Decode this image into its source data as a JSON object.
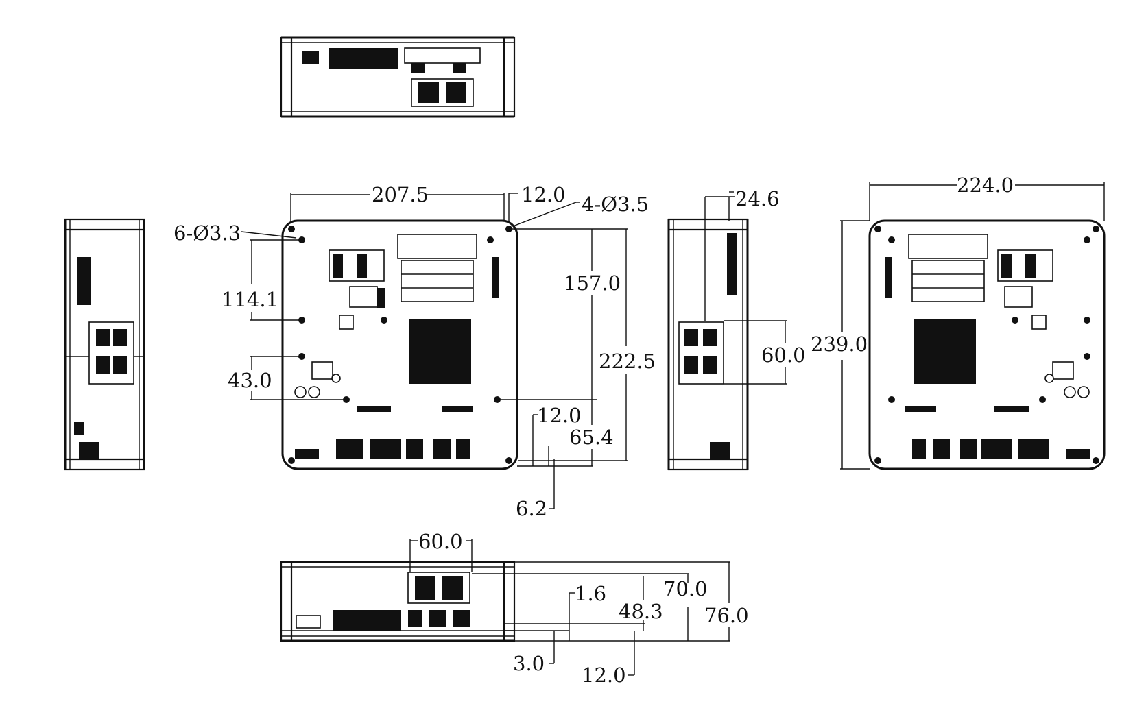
{
  "dimensions": {
    "top_width": "207.5",
    "top_offset": "12.0",
    "holes_4": "4-Ø3.5",
    "holes_6": "6-Ø3.3",
    "left_114": "114.1",
    "left_43": "43.0",
    "right_157": "157.0",
    "right_222": "222.5",
    "small_12": "12.0",
    "right_65": "65.4",
    "bottom_6": "6.2",
    "side_24": "24.6",
    "side_60": "60.0",
    "rear_224": "224.0",
    "rear_239": "239.0",
    "front_60": "60.0",
    "front_1_6": "1.6",
    "front_48": "48.3",
    "front_70": "70.0",
    "front_76": "76.0",
    "front_3": "3.0",
    "front_12": "12.0"
  }
}
